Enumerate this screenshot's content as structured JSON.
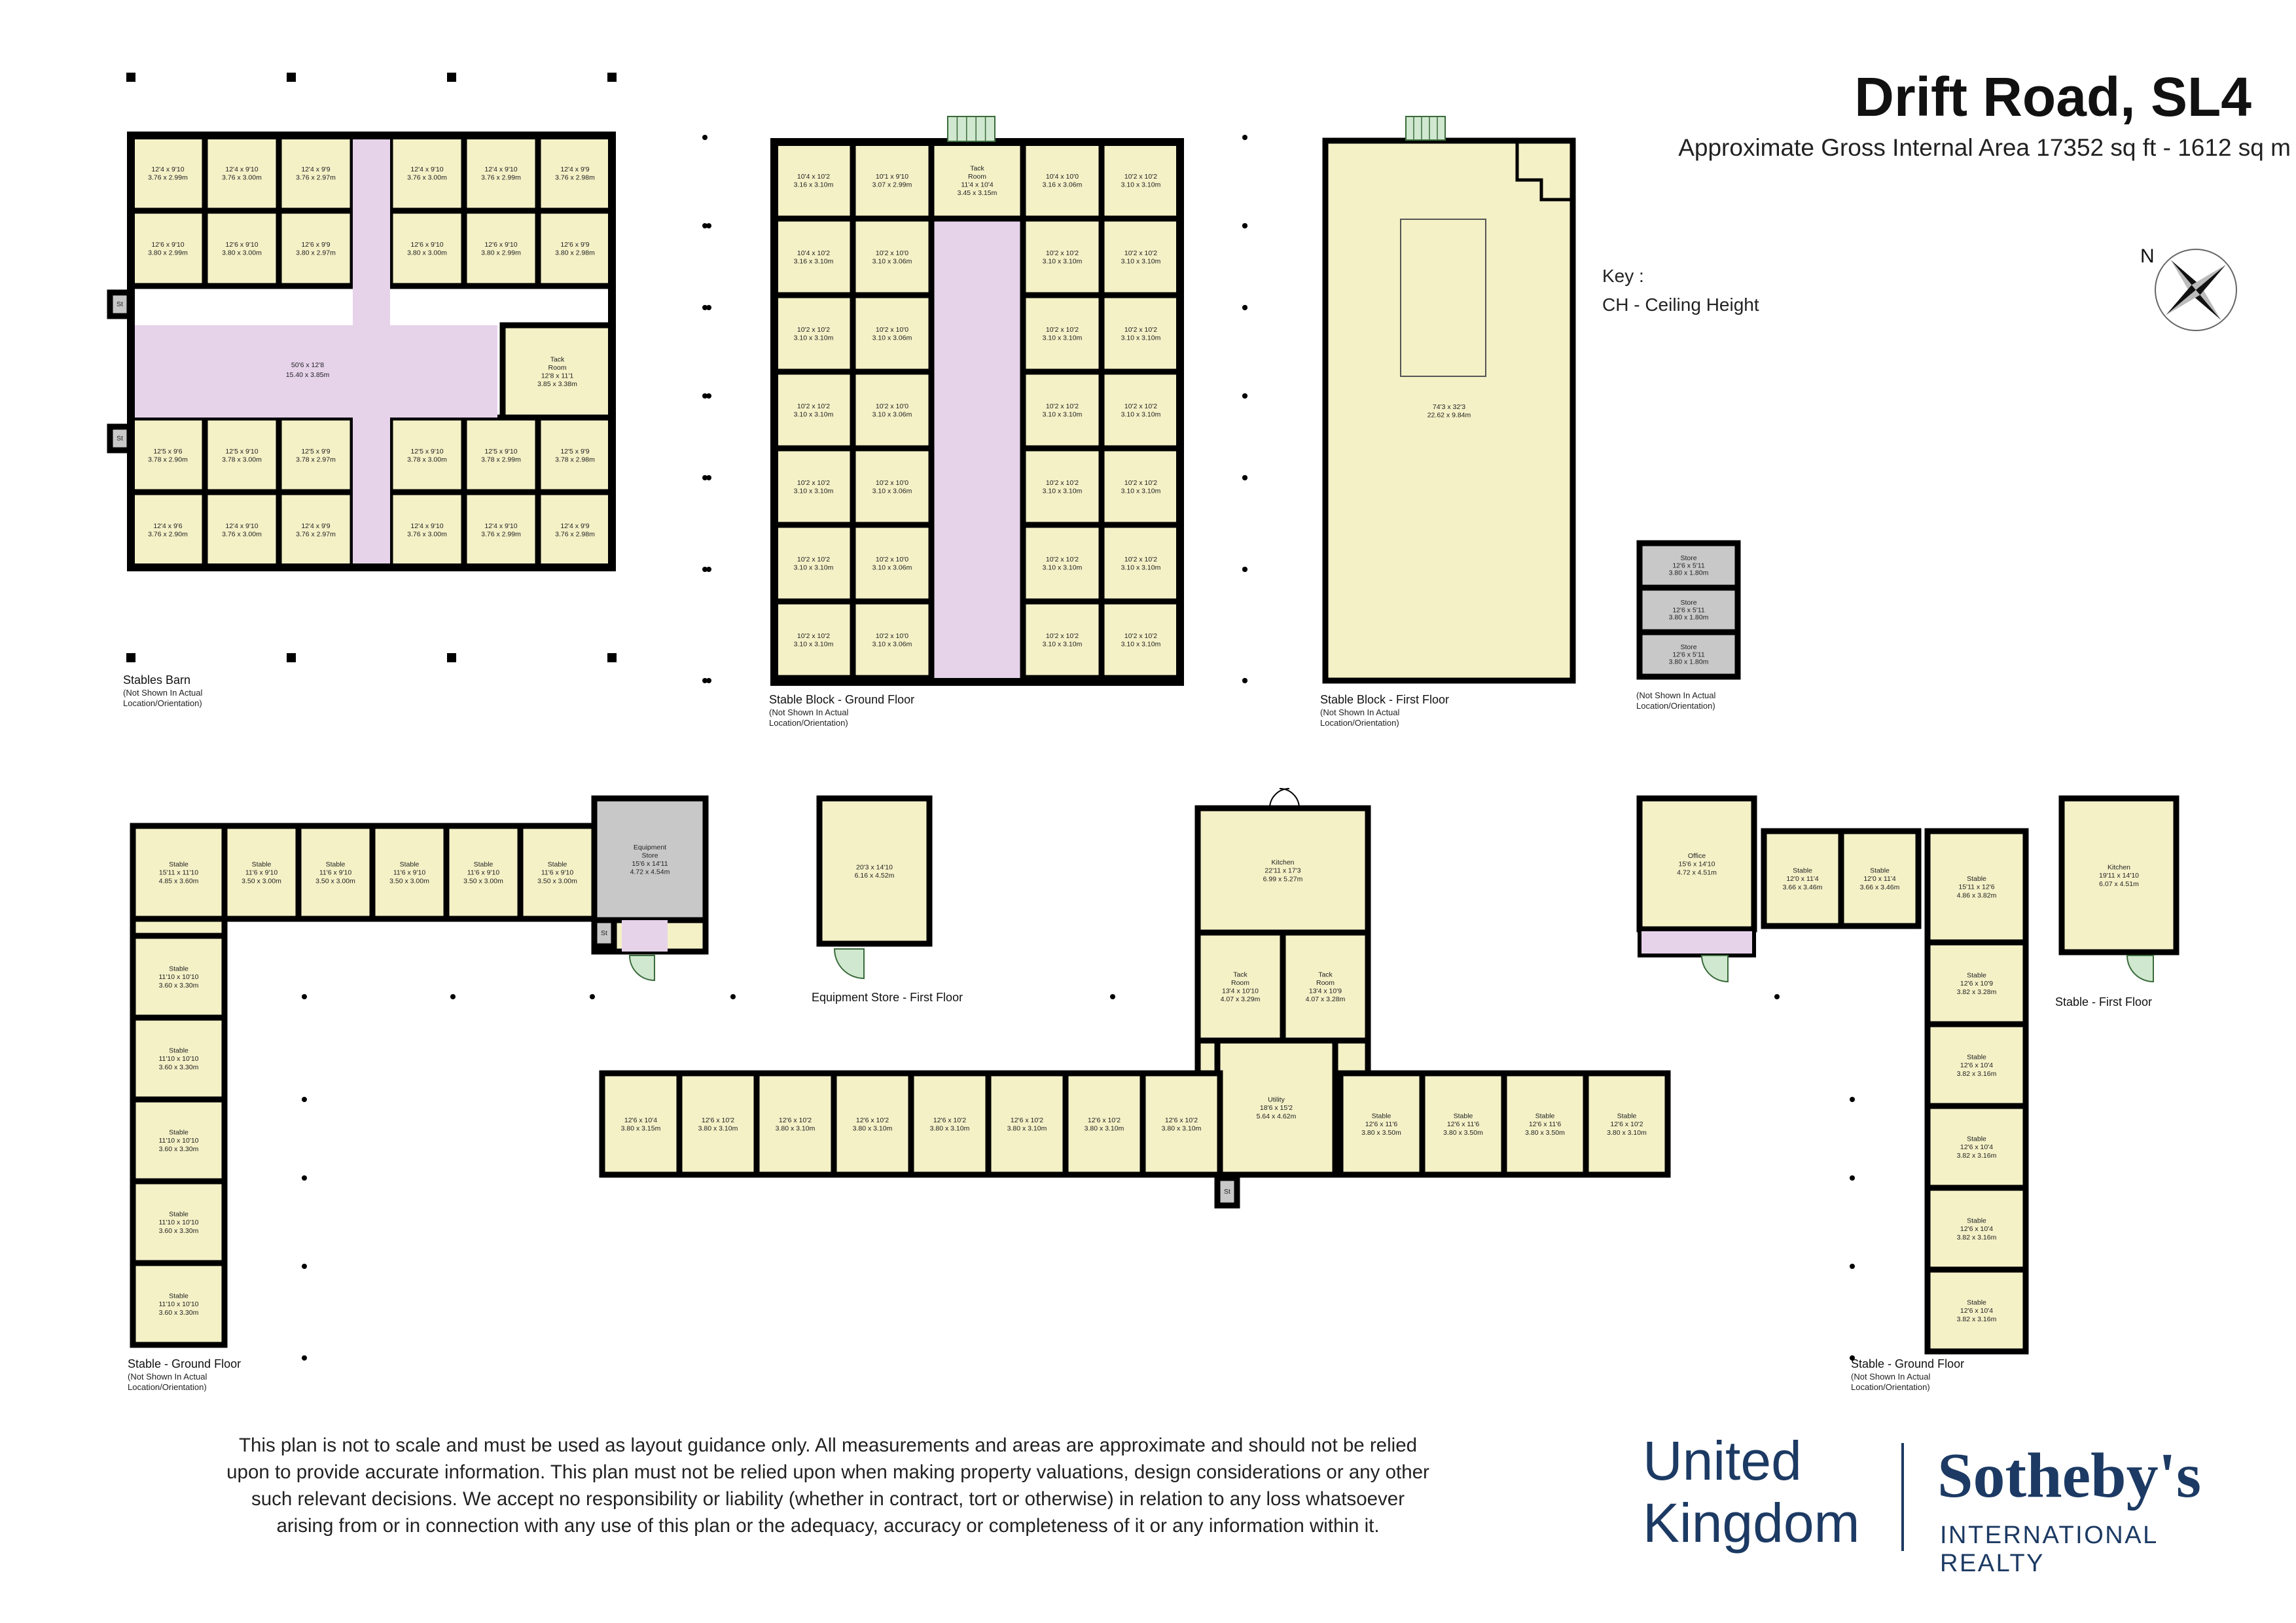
{
  "header": {
    "title": "Drift Road, SL4",
    "area": "Approximate Gross Internal Area 17352 sq ft - 1612 sq m"
  },
  "key": {
    "heading": "Key :",
    "item": "CH - Ceiling Height"
  },
  "compass": {
    "label": "N",
    "icon": "compass-rose-icon"
  },
  "plans": {
    "stables_barn": {
      "caption": "Stables Barn",
      "note1": "(Not Shown In Actual",
      "note2": "Location/Orientation)",
      "hall": [
        "50'6 x 12'8",
        "15.40 x 3.85m"
      ],
      "tack": [
        "Tack",
        "Room",
        "12'8 x 11'1",
        "3.85 x 3.38m"
      ],
      "st": "St",
      "rooms": [
        [
          "12'4 x 9'10",
          "3.76 x 2.99m"
        ],
        [
          "12'4 x 9'10",
          "3.76 x 3.00m"
        ],
        [
          "12'4 x 9'9",
          "3.76 x 2.97m"
        ],
        [
          "12'4 x 9'10",
          "3.76 x 3.00m"
        ],
        [
          "12'4 x 9'10",
          "3.76 x 2.99m"
        ],
        [
          "12'4 x 9'9",
          "3.76 x 2.98m"
        ],
        [
          "12'6 x 9'10",
          "3.80 x 2.99m"
        ],
        [
          "12'6 x 9'10",
          "3.80 x 3.00m"
        ],
        [
          "12'6 x 9'9",
          "3.80 x 2.97m"
        ],
        [
          "12'6 x 9'10",
          "3.80 x 3.00m"
        ],
        [
          "12'6 x 9'10",
          "3.80 x 2.99m"
        ],
        [
          "12'6 x 9'9",
          "3.80 x 2.98m"
        ],
        [
          "12'5 x 9'6",
          "3.78 x 2.90m"
        ],
        [
          "12'5 x 9'10",
          "3.78 x 3.00m"
        ],
        [
          "12'5 x 9'9",
          "3.78 x 2.97m"
        ],
        [
          "12'5 x 9'10",
          "3.78 x 3.00m"
        ],
        [
          "12'5 x 9'10",
          "3.78 x 2.99m"
        ],
        [
          "12'5 x 9'9",
          "3.78 x 2.98m"
        ],
        [
          "12'4 x 9'6",
          "3.76 x 2.90m"
        ],
        [
          "12'4 x 9'10",
          "3.76 x 3.00m"
        ],
        [
          "12'4 x 9'9",
          "3.76 x 2.97m"
        ],
        [
          "12'4 x 9'10",
          "3.76 x 3.00m"
        ],
        [
          "12'4 x 9'10",
          "3.76 x 2.99m"
        ],
        [
          "12'4 x 9'9",
          "3.76 x 2.98m"
        ]
      ]
    },
    "stable_block_ground": {
      "caption": "Stable Block - Ground Floor",
      "note1": "(Not Shown In Actual",
      "note2": "Location/Orientation)",
      "tack": [
        "Tack",
        "Room",
        "11'4 x 10'4",
        "3.45 x 3.15m"
      ],
      "left": [
        [
          [
            "10'4 x 10'2",
            "3.16 x 3.10m"
          ],
          [
            "10'1 x 9'10",
            "3.07 x 2.99m"
          ]
        ],
        [
          [
            "10'4 x 10'2",
            "3.16 x 3.10m"
          ],
          [
            "10'2 x 10'0",
            "3.10 x 3.06m"
          ]
        ],
        [
          [
            "10'2 x 10'2",
            "3.10 x 3.10m"
          ],
          [
            "10'2 x 10'0",
            "3.10 x 3.06m"
          ]
        ],
        [
          [
            "10'2 x 10'2",
            "3.10 x 3.10m"
          ],
          [
            "10'2 x 10'0",
            "3.10 x 3.06m"
          ]
        ],
        [
          [
            "10'2 x 10'2",
            "3.10 x 3.10m"
          ],
          [
            "10'2 x 10'0",
            "3.10 x 3.06m"
          ]
        ],
        [
          [
            "10'2 x 10'2",
            "3.10 x 3.10m"
          ],
          [
            "10'2 x 10'0",
            "3.10 x 3.06m"
          ]
        ],
        [
          [
            "10'2 x 10'2",
            "3.10 x 3.10m"
          ],
          [
            "10'2 x 10'0",
            "3.10 x 3.06m"
          ]
        ]
      ],
      "right": [
        [
          [
            "10'4 x 10'0",
            "3.16 x 3.06m"
          ],
          [
            "10'2 x 10'2",
            "3.10 x 3.10m"
          ]
        ],
        [
          [
            "10'2 x 10'2",
            "3.10 x 3.10m"
          ],
          [
            "10'2 x 10'2",
            "3.10 x 3.10m"
          ]
        ],
        [
          [
            "10'2 x 10'2",
            "3.10 x 3.10m"
          ],
          [
            "10'2 x 10'2",
            "3.10 x 3.10m"
          ]
        ],
        [
          [
            "10'2 x 10'2",
            "3.10 x 3.10m"
          ],
          [
            "10'2 x 10'2",
            "3.10 x 3.10m"
          ]
        ],
        [
          [
            "10'2 x 10'2",
            "3.10 x 3.10m"
          ],
          [
            "10'2 x 10'2",
            "3.10 x 3.10m"
          ]
        ],
        [
          [
            "10'2 x 10'2",
            "3.10 x 3.10m"
          ],
          [
            "10'2 x 10'2",
            "3.10 x 3.10m"
          ]
        ],
        [
          [
            "10'2 x 10'2",
            "3.10 x 3.10m"
          ],
          [
            "10'2 x 10'2",
            "3.10 x 3.10m"
          ]
        ]
      ]
    },
    "stable_block_first": {
      "caption": "Stable Block - First Floor",
      "note1": "(Not Shown In Actual",
      "note2": "Location/Orientation)",
      "room": [
        "74'3 x 32'3",
        "22.62 x 9.84m"
      ]
    },
    "stores": {
      "note1": "(Not Shown In Actual",
      "note2": "Location/Orientation)",
      "rooms": [
        [
          "Store",
          "12'6 x 5'11",
          "3.80 x 1.80m"
        ],
        [
          "Store",
          "12'6 x 5'11",
          "3.80 x 1.80m"
        ],
        [
          "Store",
          "12'6 x 5'11",
          "3.80 x 1.80m"
        ]
      ]
    },
    "stable_ground_left": {
      "caption": "Stable - Ground Floor",
      "note1": "(Not Shown In Actual",
      "note2": "Location/Orientation)",
      "corner": [
        "Stable",
        "15'11 x 11'10",
        "4.85 x 3.60m"
      ],
      "top": [
        [
          "Stable",
          "11'6 x 9'10",
          "3.50 x 3.00m"
        ],
        [
          "Stable",
          "11'6 x 9'10",
          "3.50 x 3.00m"
        ],
        [
          "Stable",
          "11'6 x 9'10",
          "3.50 x 3.00m"
        ],
        [
          "Stable",
          "11'6 x 9'10",
          "3.50 x 3.00m"
        ],
        [
          "Stable",
          "11'6 x 9'10",
          "3.50 x 3.00m"
        ]
      ],
      "left": [
        [
          "Stable",
          "11'10 x 10'10",
          "3.60 x 3.30m"
        ],
        [
          "Stable",
          "11'10 x 10'10",
          "3.60 x 3.30m"
        ],
        [
          "Stable",
          "11'10 x 10'10",
          "3.60 x 3.30m"
        ],
        [
          "Stable",
          "11'10 x 10'10",
          "3.60 x 3.30m"
        ],
        [
          "Stable",
          "11'10 x 10'10",
          "3.60 x 3.30m"
        ]
      ],
      "equipment": [
        "Equipment",
        "Store",
        "15'6 x 14'11",
        "4.72 x 4.54m"
      ],
      "st": "St"
    },
    "equipment_first": {
      "caption": "Equipment Store - First Floor",
      "room": [
        "20'3 x 14'10",
        "6.16 x 4.52m"
      ]
    },
    "central": {
      "kitchen": [
        "Kitchen",
        "22'11 x 17'3",
        "6.99 x 5.27m"
      ],
      "tack1": [
        "Tack",
        "Room",
        "13'4 x 10'10",
        "4.07 x 3.29m"
      ],
      "tack2": [
        "Tack",
        "Room",
        "13'4 x 10'9",
        "4.07 x 3.28m"
      ],
      "utility": [
        "Utility",
        "18'6 x 15'2",
        "5.64 x 4.62m"
      ],
      "st": "St",
      "west": [
        [
          "12'6 x 10'4",
          "3.80 x 3.15m"
        ],
        [
          "12'6 x 10'2",
          "3.80 x 3.10m"
        ],
        [
          "12'6 x 10'2",
          "3.80 x 3.10m"
        ],
        [
          "12'6 x 10'2",
          "3.80 x 3.10m"
        ],
        [
          "12'6 x 10'2",
          "3.80 x 3.10m"
        ],
        [
          "12'6 x 10'2",
          "3.80 x 3.10m"
        ],
        [
          "12'6 x 10'2",
          "3.80 x 3.10m"
        ],
        [
          "12'6 x 10'2",
          "3.80 x 3.10m"
        ]
      ],
      "east": [
        [
          "Stable",
          "12'6 x 11'6",
          "3.80 x 3.50m"
        ],
        [
          "Stable",
          "12'6 x 11'6",
          "3.80 x 3.50m"
        ],
        [
          "Stable",
          "12'6 x 11'6",
          "3.80 x 3.50m"
        ],
        [
          "Stable",
          "12'6 x 10'2",
          "3.80 x 3.10m"
        ]
      ]
    },
    "stable_ground_right": {
      "caption": "Stable - Ground Floor",
      "note1": "(Not Shown In Actual",
      "note2": "Location/Orientation)",
      "office": [
        "Office",
        "15'6 x 14'10",
        "4.72 x 4.51m"
      ],
      "top": [
        [
          "Stable",
          "12'0 x 11'4",
          "3.66 x 3.46m"
        ],
        [
          "Stable",
          "12'0 x 11'4",
          "3.66 x 3.46m"
        ]
      ],
      "corner": [
        "Stable",
        "15'11 x 12'6",
        "4.86 x 3.82m"
      ],
      "right": [
        [
          "Stable",
          "12'6 x 10'9",
          "3.82 x 3.28m"
        ],
        [
          "Stable",
          "12'6 x 10'4",
          "3.82 x 3.16m"
        ],
        [
          "Stable",
          "12'6 x 10'4",
          "3.82 x 3.16m"
        ],
        [
          "Stable",
          "12'6 x 10'4",
          "3.82 x 3.16m"
        ],
        [
          "Stable",
          "12'6 x 10'4",
          "3.82 x 3.16m"
        ]
      ]
    },
    "stable_first": {
      "caption": "Stable - First Floor",
      "kitchen": [
        "Kitchen",
        "19'11 x 14'10",
        "6.07 x 4.51m"
      ]
    }
  },
  "disclaimer": "This plan is not to scale and must be used as layout guidance only. All measurements and areas are approximate and should not be relied upon to provide accurate information. This plan must not be relied upon when making property valuations, design considerations or any other such relevant decisions. We accept no responsibility or liability (whether in contract, tort or otherwise) in relation to any loss whatsoever arising from or in connection with any use of this plan or the adequacy, accuracy or completeness of it or any information within it.",
  "brand": {
    "line1": "United",
    "line2": "Kingdom",
    "name": "Sotheby's",
    "sub": "INTERNATIONAL REALTY"
  }
}
